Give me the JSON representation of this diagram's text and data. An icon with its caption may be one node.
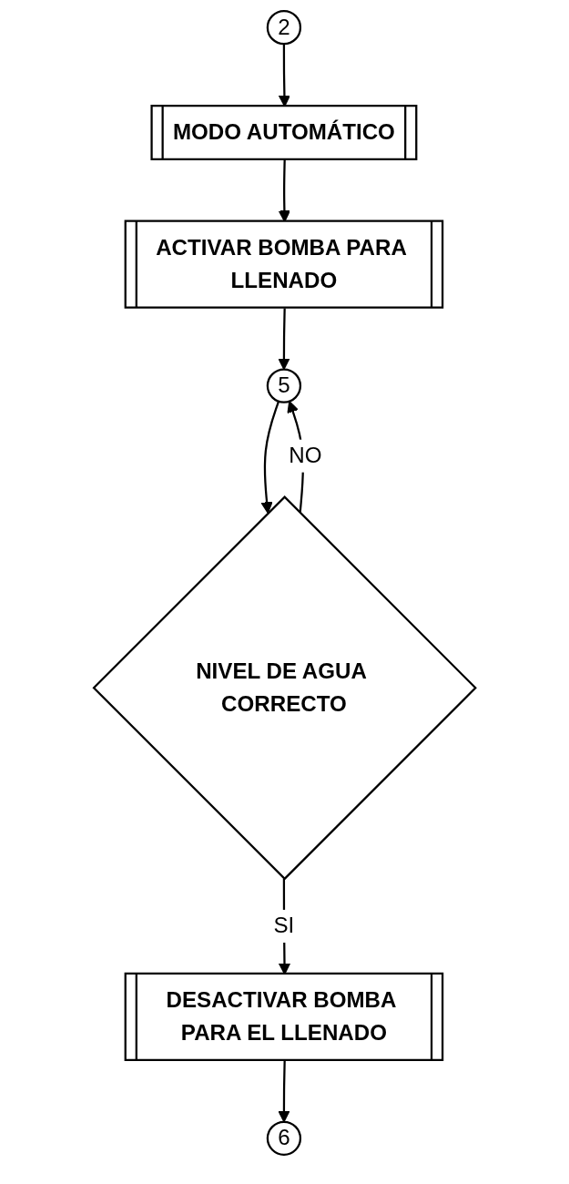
{
  "diagram": {
    "nodes": [
      {
        "text": [
          "2"
        ]
      },
      {
        "text": [
          "MODO AUTOMÁTICO"
        ]
      },
      {
        "text": [
          "ACTIVAR BOMBA PARA LLENADO"
        ]
      },
      {
        "text": [
          "5"
        ]
      },
      {
        "text": [
          "NIVEL DE AGUA CORRECTO"
        ]
      },
      {
        "text": [
          "DESACTIVAR BOMBA PARA EL LLENADO"
        ]
      },
      {
        "text": [
          "6"
        ]
      }
    ],
    "edges": [
      {
        "from": 0,
        "to": 1,
        "arrow": "to"
      },
      {
        "from": 1,
        "to": 2,
        "arrow": "to"
      },
      {
        "from": 2,
        "to": 3,
        "arrow": "to"
      },
      {
        "from": 3,
        "to": 4,
        "arrow": "to"
      },
      {
        "from": 4,
        "to": 3,
        "arrow": "to",
        "label": "NO"
      },
      {
        "from": 4,
        "to": 5,
        "arrow": "to",
        "label": "SI"
      },
      {
        "from": 5,
        "to": 6,
        "arrow": "to"
      }
    ]
  }
}
